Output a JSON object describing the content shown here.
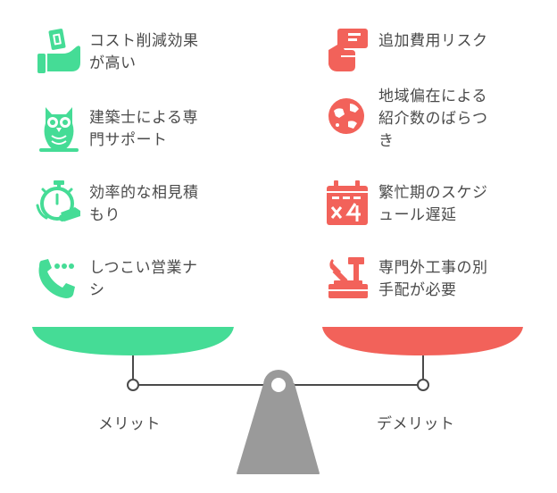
{
  "merits": {
    "label": "メリット",
    "color": "#45dc96",
    "items": [
      {
        "text_line1": "コスト削減効果",
        "text_line2": "が高い",
        "icon": "money-hand-icon"
      },
      {
        "text_line1": "建築士による専",
        "text_line2": "門サポート",
        "icon": "owl-icon"
      },
      {
        "text_line1": "効率的な相見積",
        "text_line2": "もり",
        "icon": "stopwatch-icon"
      },
      {
        "text_line1": "しつこい営業ナ",
        "text_line2": "シ",
        "icon": "phone-call-icon"
      }
    ]
  },
  "demerits": {
    "label": "デメリット",
    "color": "#f2625a",
    "items": [
      {
        "text_line1": "追加費用リスク",
        "text_line2": "",
        "icon": "card-hand-icon"
      },
      {
        "text_line1": "地域偏在による",
        "text_line2": "紹介数のばらつ",
        "text_line3": "き",
        "icon": "globe-icon"
      },
      {
        "text_line1": "繁忙期のスケジ",
        "text_line2": "ュール遅延",
        "icon": "calendar-x4-icon"
      },
      {
        "text_line1": "専門外工事の別",
        "text_line2": "手配が必要",
        "icon": "tools-icon"
      }
    ]
  }
}
